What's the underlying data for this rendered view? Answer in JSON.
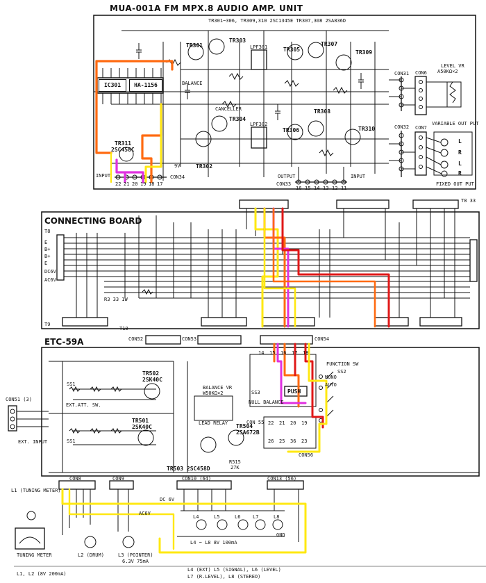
{
  "title": "MUA-001A  FM MPX.8 AUDIO AMP. UNIT",
  "transistor_note": "TR301~306, TR309,310  2SC1345E  TR307,308  2SA836D",
  "amp": {
    "ic_left": "IC301",
    "ic_right": "HA-1156",
    "tr311": "TR311",
    "tr311_part": "2SC458C",
    "tr_labels": [
      "TR301",
      "TR303",
      "TR305",
      "TR307",
      "TR309",
      "TR304",
      "TR306",
      "TR308",
      "TR310",
      "TR302"
    ],
    "lpf1": "LPF301",
    "lpf2": "LPF302",
    "canceller": "CANCELLER",
    "balance": "BALANCE",
    "input": "INPUT",
    "output": "OUTPUT",
    "input2": "INPUT",
    "con34": "CON34",
    "con33": "CON33",
    "con31": "CON31",
    "con32": "CON32",
    "con6": "CON6",
    "con7": "CON7",
    "level_vr": "LEVEL VR",
    "level_vr_val": "A50KΩ×2",
    "var_out": "VARIABLE OUT PUT",
    "fixed_out": "FIXED OUT PUT",
    "pin_nums_34": [
      "22",
      "21",
      "20",
      "19",
      "18",
      "17"
    ],
    "pin_nums_33": [
      "16",
      "15",
      "14",
      "13",
      "12",
      "11"
    ],
    "lr": [
      "L",
      "R",
      "L",
      "R"
    ],
    "nine_v": "9V"
  },
  "connecting": {
    "title": "CONNECTING BOARD",
    "left_labels": [
      "T8",
      "E",
      "B+",
      "B+",
      "E",
      "DC6V",
      "AC6V",
      "T9"
    ],
    "r_note": "R3 33 1W",
    "t10": "T10",
    "tr33": "T8 33"
  },
  "etc": {
    "title": "ETC-59A",
    "con52": "CON52",
    "con53": "CON53",
    "con54": "CON54",
    "con51": "CON51 (3)",
    "ext_input": "EXT. INPUT",
    "ext_att": "EXT.ATT. SW.",
    "ss1": "SS1",
    "ss1b": "SS1",
    "tr502": "TR502",
    "tr502p": "2SK40C",
    "tr501": "TR501",
    "tr501p": "2SK40C",
    "tr503": "TR503 2SC458D",
    "tr504": "TR504",
    "tr504p": "2SA672B",
    "balance_vr": "BALANCE VR",
    "balance_vr_val": "W50KΩ×2",
    "lead_relay": "LEAD RELAY",
    "ss3": "SS3",
    "null_bal": "NULL BALANCE",
    "push": "PUSH",
    "con55": "CON 55",
    "con56": "CON56",
    "function_sw": "FUNCTION SW",
    "mono": "MONO",
    "auto": "AUTO",
    "ss2": "SS2",
    "pins_55": [
      "22",
      "21",
      "20",
      "19"
    ],
    "pins_55b": [
      "26",
      "25",
      "36",
      "23"
    ],
    "pins_54": [
      "14",
      "15",
      "16",
      "17",
      "18"
    ],
    "r515": "R515",
    "r515v": "27K"
  },
  "bottom": {
    "con8": "CON8",
    "con9": "CON9",
    "con10": "CON10 (64)",
    "con13": "CON13 (56)",
    "l1": "L1 (TUNING METER)",
    "dc6v": "DC 6V",
    "ac6v": "AC6V",
    "lamps": [
      "L4",
      "L5",
      "L6",
      "L7",
      "L8"
    ],
    "l4l8": "L4 ~ L8   8V 100mA",
    "tuning_meter": "TUNING METER",
    "l2": "L2  (DRUM)",
    "l3": "L3 (POINTER)",
    "l3v": "6.3V 75mA",
    "l1l2": "L1, L2   (8V 200mA)",
    "lamp_note1": "L4 (EXT) L5 (SIGNAL), L6 (LEVEL)",
    "lamp_note2": "L7 (R.LEVEL), L8 (STEREO)",
    "gnd": "GND"
  },
  "colors": {
    "orange": "#ff6a10",
    "yellow": "#ffe812",
    "magenta": "#e030e0",
    "red": "#e01818",
    "ink": "#111111"
  }
}
